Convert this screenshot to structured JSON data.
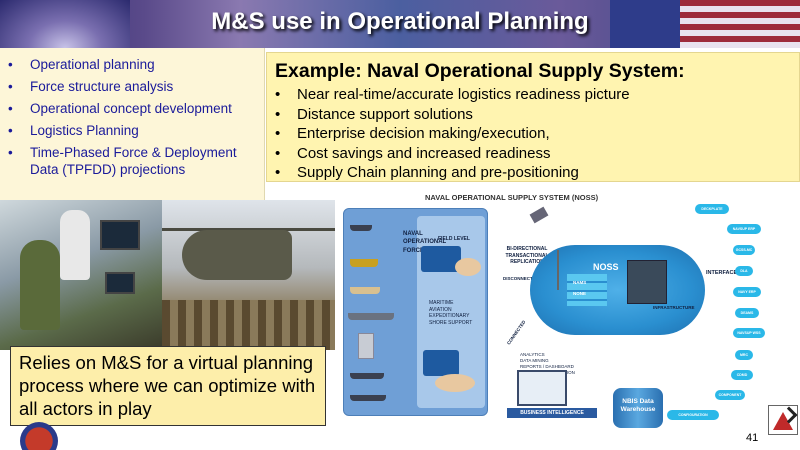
{
  "header": {
    "title": "M&S use in Operational Planning"
  },
  "left_list": {
    "items": [
      "Operational planning",
      "Force structure analysis",
      "Operational concept development",
      "Logistics Planning",
      "Time-Phased Force & Deployment Data  (TPFDD) projections"
    ]
  },
  "example": {
    "heading": "Example: Naval Operational Supply System:",
    "items": [
      "Near real-time/accurate logistics readiness picture",
      "Distance support solutions",
      "Enterprise decision making/execution,",
      "Cost savings and increased readiness",
      "Supply Chain planning and pre-positioning"
    ]
  },
  "diagram": {
    "title": "NAVAL OPERATIONAL SUPPLY SYSTEM (NOSS)",
    "forces_label": "NAVAL OPERATIONAL FORCES",
    "field_level": "FIELD LEVEL",
    "support_list": [
      "MARITIME",
      "AVIATION",
      "EXPEDITIONARY",
      "SHORE SUPPORT"
    ],
    "replication": "BI-DIRECTIONAL TRANSACTIONAL REPLICATION",
    "disconnected": "DISCONNECTED",
    "connected": "CONNECTED",
    "noss": "NOSS",
    "nams": "NAMS",
    "none": "NONE",
    "infrastructure": "INFRASTRUCTURE",
    "analytics": [
      "ANALYTICS",
      "DATA MINING",
      "REPORTS / DASHBOARD",
      "MODELING / SIMULATION"
    ],
    "business_intelligence": "BUSINESS INTELLIGENCE",
    "warehouse": "NBIS Data Warehouse",
    "interfaces_label": "INTERFACES",
    "interfaces": [
      "DECKPLATE",
      "NAVSUP ERP",
      "GCSS-MC",
      "DLA",
      "NAVY ERP",
      "DEAMS",
      "NAVSUP WSS",
      "MRC",
      "CDMD",
      "COMPONENT",
      "CONFIGURATION"
    ]
  },
  "callout": {
    "text": "Relies on M&S for a virtual planning process where we can optimize with all actors in play"
  },
  "page_number": "41",
  "colors": {
    "list_text": "#1a1a9a",
    "example_bg": "#fff4b0",
    "callout_bg": "#fdeeaa",
    "cloud": "#2a8fd0"
  }
}
